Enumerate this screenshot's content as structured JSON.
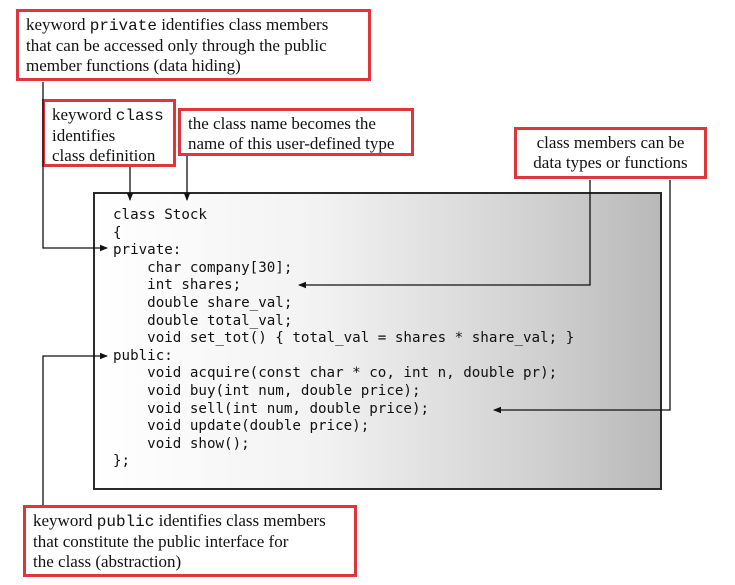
{
  "callouts": {
    "private": {
      "pre": "keyword ",
      "kw": "private",
      "post": " identifies class members",
      "line2": "that can be accessed only through the public",
      "line3": "member functions (data hiding)"
    },
    "class_kw": {
      "pre": "keyword ",
      "kw": "class",
      "line2": "identifies",
      "line3": "class definition"
    },
    "class_name": {
      "line1": "the class name becomes the",
      "line2": "name of this user-defined type"
    },
    "members": {
      "line1": "class members can be",
      "line2": "data types or functions"
    },
    "public": {
      "pre": "keyword ",
      "kw": "public",
      "post": " identifies class members",
      "line2": "that constitute the public interface for",
      "line3": "the class (abstraction)"
    }
  },
  "code": [
    "class Stock",
    "{",
    "private:",
    "    char company[30];",
    "    int shares;",
    "    double share_val;",
    "    double total_val;",
    "    void set_tot() { total_val = shares * share_val; }",
    "public:",
    "    void acquire(const char * co, int n, double pr);",
    "    void buy(int num, double price);",
    "    void sell(int num, double price);",
    "    void update(double price);",
    "    void show();",
    "};"
  ],
  "colors": {
    "callout_border": "#e0353b",
    "code_border": "#2a2a2a",
    "arrow": "#111111"
  }
}
